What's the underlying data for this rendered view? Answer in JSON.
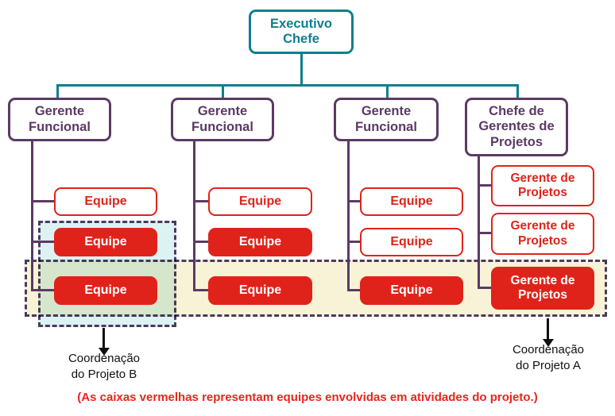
{
  "palette": {
    "teal": "#0e7f8c",
    "purple": "#5b3a64",
    "red": "#e0231a",
    "dash_border": "#4b3a5e",
    "project_b_fill": "#dcf2f3",
    "project_a_fill": "#f8f3d6",
    "caption_red": "#e8251c",
    "arrow_black": "#111111"
  },
  "org": {
    "root": {
      "label": "Executivo\nChefe"
    },
    "managers": [
      {
        "label": "Gerente\nFuncional"
      },
      {
        "label": "Gerente\nFuncional"
      },
      {
        "label": "Gerente\nFuncional"
      },
      {
        "label": "Chefe de\nGerentes de\nProjetos"
      }
    ],
    "columns": [
      {
        "teams": [
          {
            "label": "Equipe",
            "filled": false
          },
          {
            "label": "Equipe",
            "filled": true
          },
          {
            "label": "Equipe",
            "filled": true
          }
        ]
      },
      {
        "teams": [
          {
            "label": "Equipe",
            "filled": false
          },
          {
            "label": "Equipe",
            "filled": true
          },
          {
            "label": "Equipe",
            "filled": true
          }
        ]
      },
      {
        "teams": [
          {
            "label": "Equipe",
            "filled": false
          },
          {
            "label": "Equipe",
            "filled": false
          },
          {
            "label": "Equipe",
            "filled": true
          }
        ]
      },
      {
        "teams": [
          {
            "label": "Gerente de\nProjetos",
            "filled": false
          },
          {
            "label": "Gerente de\nProjetos",
            "filled": false
          },
          {
            "label": "Gerente de\nProjetos",
            "filled": true
          }
        ]
      }
    ],
    "annotations": {
      "project_b_label": "Coordenação\ndo Projeto B",
      "project_a_label": "Coordenação\ndo Projeto A"
    },
    "caption": "(As caixas vermelhas representam equipes envolvidas em atividades do projeto.)"
  }
}
